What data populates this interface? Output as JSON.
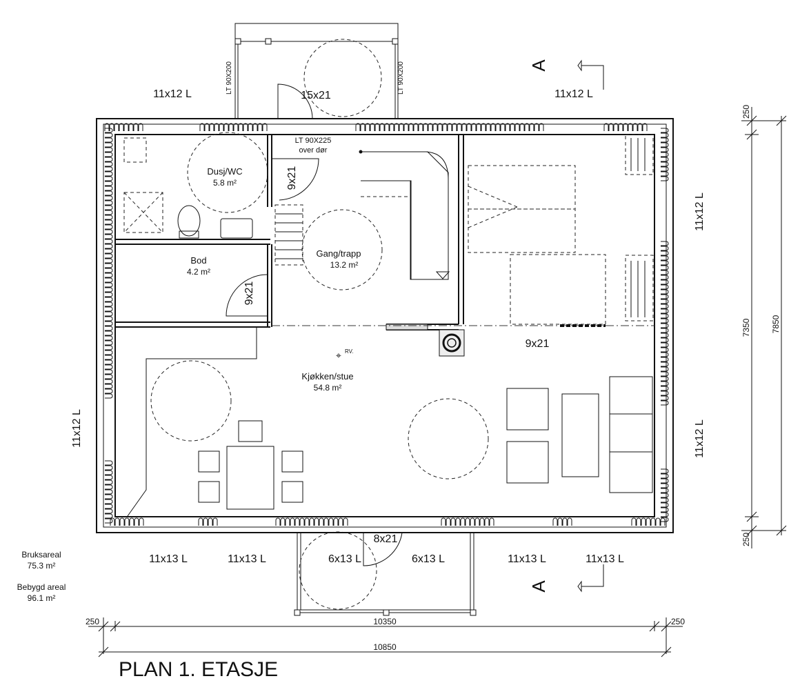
{
  "title": "PLAN 1. ETASJE",
  "summary": {
    "bruksareal_label": "Bruksareal",
    "bruksareal_value": "75.3 m²",
    "bebygd_label": "Bebygd areal",
    "bebygd_value": "96.1 m²"
  },
  "rooms": {
    "dusj_name": "Dusj/WC",
    "dusj_area": "5.8 m²",
    "bod_name": "Bod",
    "bod_area": "4.2 m²",
    "gang_name": "Gang/trapp",
    "gang_area": "13.2 m²",
    "kjokken_name": "Kjøkken/stue",
    "kjokken_area": "54.8 m²"
  },
  "windows": {
    "top_left": "11x12 L",
    "top_right": "11x12 L",
    "right_upper": "11x12 L",
    "right_lower": "11x12 L",
    "left": "11x12 L",
    "bottom_1": "11x13 L",
    "bottom_2": "11x13 L",
    "bottom_3": "6x13 L",
    "bottom_4": "6x13 L",
    "bottom_5": "11x13 L",
    "bottom_6": "11x13 L"
  },
  "doors": {
    "entrance": "15x21",
    "bath": "9x21",
    "bod": "9x21",
    "bedroom": "9x21",
    "terrace": "8x21",
    "lt_left": "LT 90X200",
    "lt_right": "LT 90X200",
    "lt_over": "LT 90X225",
    "lt_over_note": "over dør"
  },
  "section_marker": "A",
  "rv_label": "RV.",
  "dimensions": {
    "width_inner": "10350",
    "width_outer": "10850",
    "depth_inner": "7350",
    "depth_outer": "7850",
    "wall_left": "250",
    "wall_right": "250",
    "wall_top": "250",
    "wall_bottom": "250"
  }
}
